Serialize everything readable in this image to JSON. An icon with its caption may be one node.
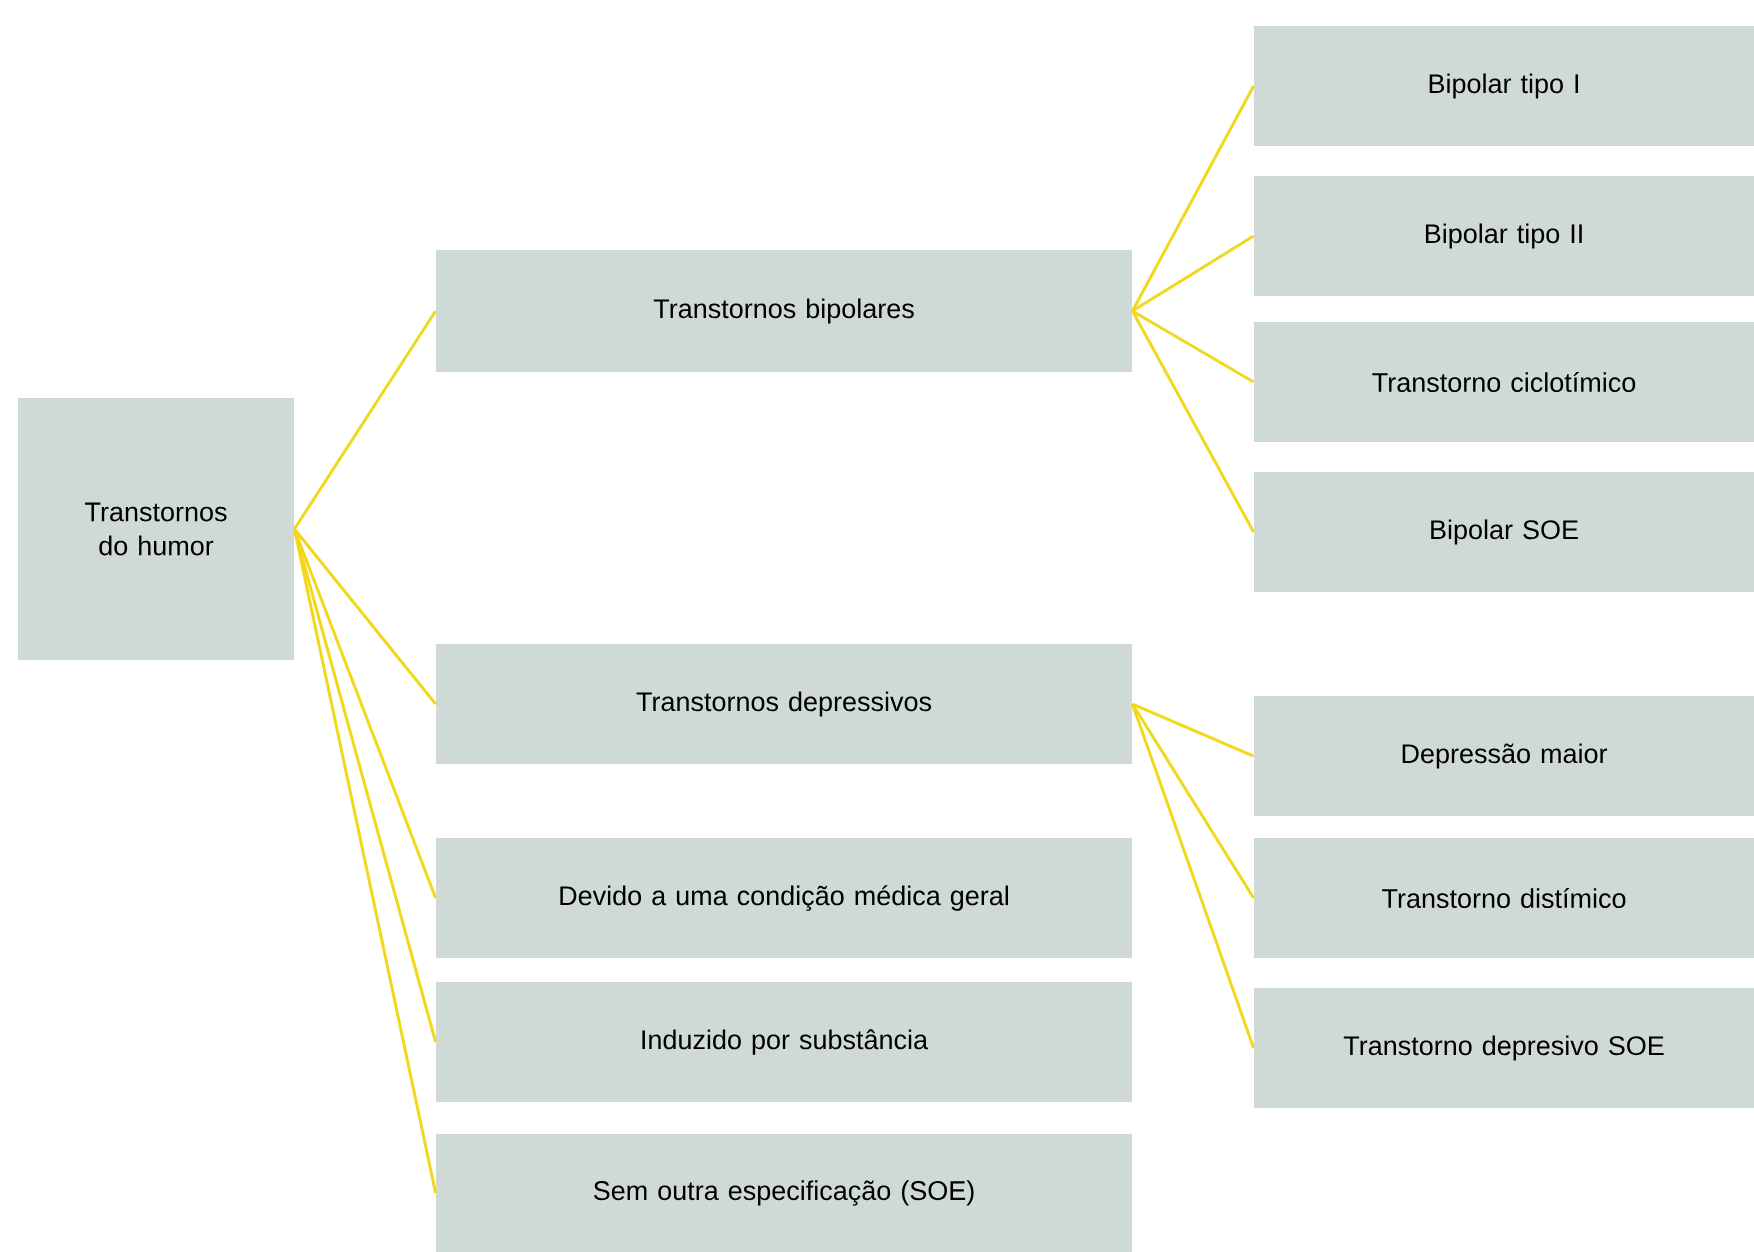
{
  "diagram": {
    "nodes": [
      {
        "text": [
          "Transtornos do humor"
        ]
      },
      {
        "text": [
          "Transtornos bipolares"
        ]
      },
      {
        "text": [
          "Bipolar tipo I"
        ]
      },
      {
        "text": [
          "Bipolar tipo II"
        ]
      },
      {
        "text": [
          "Transtorno ciclotímico"
        ]
      },
      {
        "text": [
          "Bipolar SOE"
        ]
      },
      {
        "text": [
          "Transtornos depressivos"
        ]
      },
      {
        "text": [
          "Depressão maior"
        ]
      },
      {
        "text": [
          "Transtorno distímico"
        ]
      },
      {
        "text": [
          "Transtorno depresivo SOE"
        ]
      },
      {
        "text": [
          "Devido a uma condição médica geral"
        ]
      },
      {
        "text": [
          "Induzido por substância"
        ]
      },
      {
        "text": [
          "Sem outra especificação (SOE)"
        ]
      }
    ],
    "edges": [
      {
        "from": 0,
        "to": 1,
        "arrow": "none"
      },
      {
        "from": 0,
        "to": 6,
        "arrow": "none"
      },
      {
        "from": 0,
        "to": 10,
        "arrow": "none"
      },
      {
        "from": 0,
        "to": 11,
        "arrow": "none"
      },
      {
        "from": 0,
        "to": 12,
        "arrow": "none"
      },
      {
        "from": 1,
        "to": 2,
        "arrow": "none"
      },
      {
        "from": 1,
        "to": 3,
        "arrow": "none"
      },
      {
        "from": 1,
        "to": 4,
        "arrow": "none"
      },
      {
        "from": 1,
        "to": 5,
        "arrow": "none"
      },
      {
        "from": 6,
        "to": 7,
        "arrow": "none"
      },
      {
        "from": 6,
        "to": 8,
        "arrow": "none"
      },
      {
        "from": 6,
        "to": 9,
        "arrow": "none"
      }
    ]
  }
}
